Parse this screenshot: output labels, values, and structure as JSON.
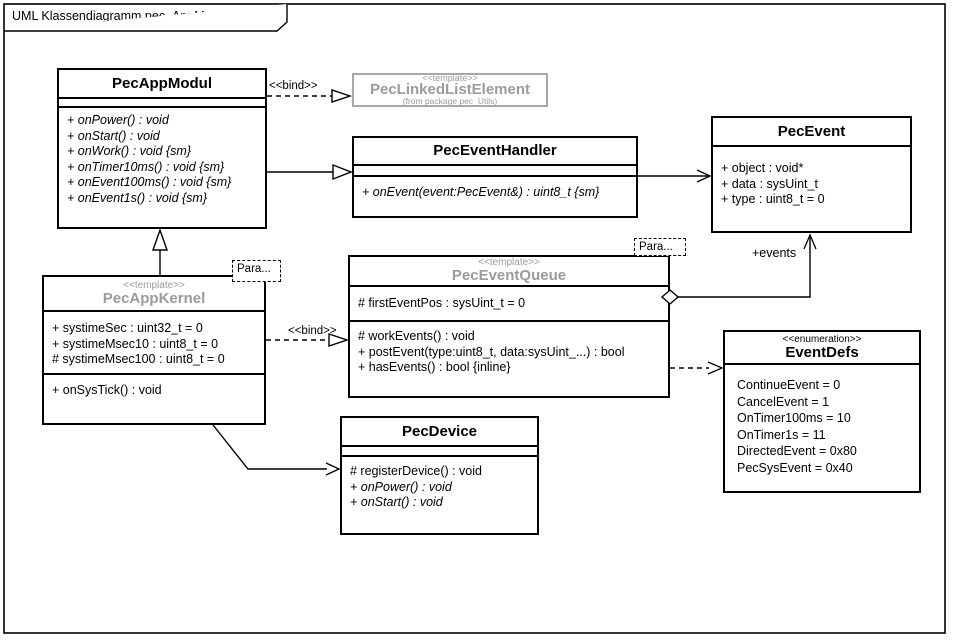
{
  "frame": {
    "title": "UML Klassendiagramm pec_AppManagement"
  },
  "colors": {
    "template_gray": "#9b9b9b",
    "template_border_gray": "#a8a8a8",
    "line": "#000000",
    "background": "#ffffff"
  },
  "classes": {
    "pecAppModul": {
      "name": "PecAppModul",
      "operations": [
        "+ onPower() : void",
        "+ onStart() : void",
        "+ onWork() : void {sm}",
        "+ onTimer10ms() : void {sm}",
        "+ onEvent100ms() : void {sm}",
        "+ onEvent1s() : void {sm}"
      ]
    },
    "pecLinkedListElement": {
      "stereotype": "<<template>>",
      "name": "PecLinkedListElement",
      "origin": "(from package pec_Utils)"
    },
    "pecEventHandler": {
      "name": "PecEventHandler",
      "operations": [
        "+ onEvent(event:PecEvent&) : uint8_t {sm}"
      ]
    },
    "pecEvent": {
      "name": "PecEvent",
      "attributes": [
        "+ object : void*",
        "+ data : sysUint_t",
        "+ type : uint8_t = 0"
      ]
    },
    "pecAppKernel": {
      "stereotype": "<<template>>",
      "name": "PecAppKernel",
      "attributes": [
        "+ systimeSec : uint32_t = 0",
        "+ systimeMsec10 : uint8_t = 0",
        "# systimeMsec100 : uint8_t = 0"
      ],
      "operations": [
        "+ onSysTick() : void"
      ]
    },
    "pecEventQueue": {
      "stereotype": "<<template>>",
      "name": "PecEventQueue",
      "attributes": [
        "# firstEventPos : sysUint_t = 0"
      ],
      "operations": [
        "# workEvents() : void",
        "+ postEvent(type:uint8_t, data:sysUint_...) : bool",
        "+ hasEvents() : bool {inline}"
      ]
    },
    "pecDevice": {
      "name": "PecDevice",
      "operations": [
        "# registerDevice() : void",
        "+ onPower() : void",
        "+ onStart() : void"
      ]
    },
    "eventDefs": {
      "stereotype": "<<enumeration>>",
      "name": "EventDefs",
      "literals": [
        "ContinueEvent = 0",
        "CancelEvent = 1",
        "OnTimer100ms = 10",
        "OnTimer1s = 11",
        "DirectedEvent = 0x80",
        "PecSysEvent = 0x40"
      ]
    }
  },
  "relationships": {
    "bind_modul_label": "<<bind>>",
    "bind_kernel_label": "<<bind>>",
    "events_role_label": "+events",
    "param_kernel_label": "Para...",
    "param_queue_label": "Para..."
  }
}
